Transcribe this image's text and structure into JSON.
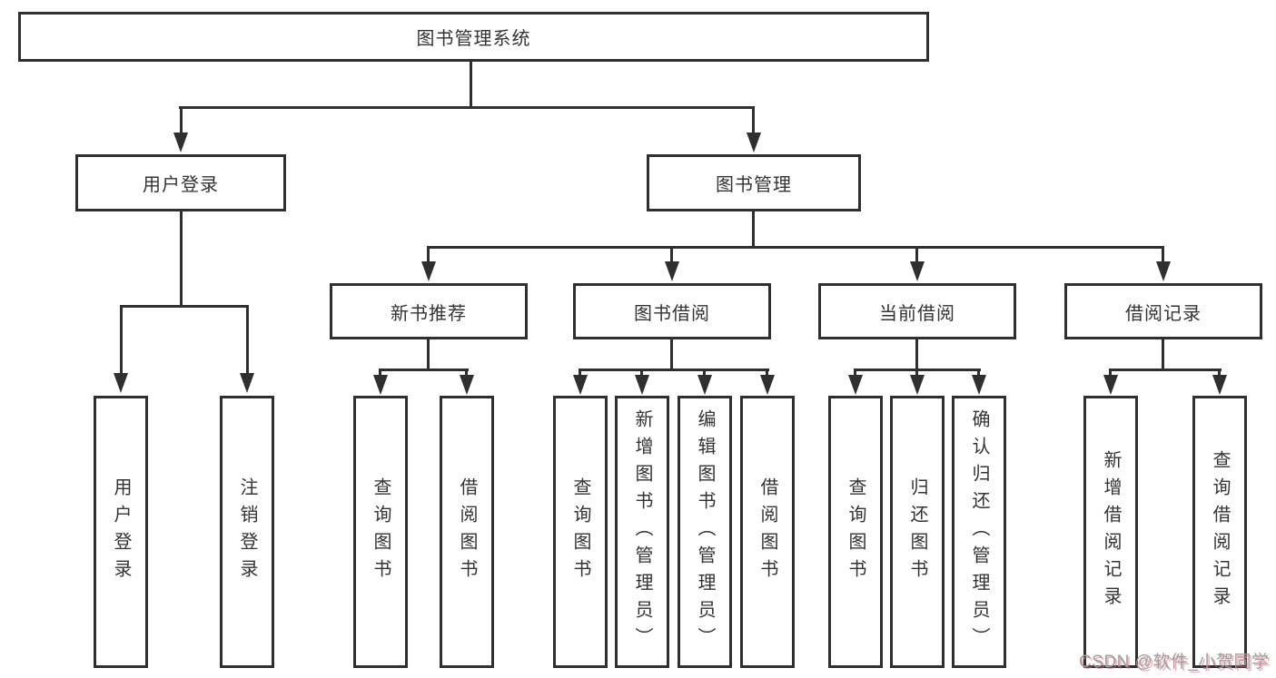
{
  "title_box": {
    "label": "图书管理系统"
  },
  "branches": [
    {
      "label": "用户登录",
      "children": [
        {
          "label": "用户登录"
        },
        {
          "label": "注销登录"
        }
      ]
    },
    {
      "label": "图书管理",
      "children": [
        {
          "label": "新书推荐",
          "children": [
            {
              "label": "查询图书"
            },
            {
              "label": "借阅图书"
            }
          ]
        },
        {
          "label": "图书借阅",
          "children": [
            {
              "label": "查询图书"
            },
            {
              "label": "新增图书（管理员）"
            },
            {
              "label": "编辑图书（管理员）"
            },
            {
              "label": "借阅图书"
            }
          ]
        },
        {
          "label": "当前借阅",
          "children": [
            {
              "label": "查询图书"
            },
            {
              "label": "归还图书"
            },
            {
              "label": "确认归还（管理员）"
            }
          ]
        },
        {
          "label": "借阅记录",
          "children": [
            {
              "label": "新增借阅记录"
            },
            {
              "label": "查询借阅记录"
            }
          ]
        }
      ]
    }
  ],
  "watermark": {
    "text": "CSDN @软件_小贺同学"
  }
}
